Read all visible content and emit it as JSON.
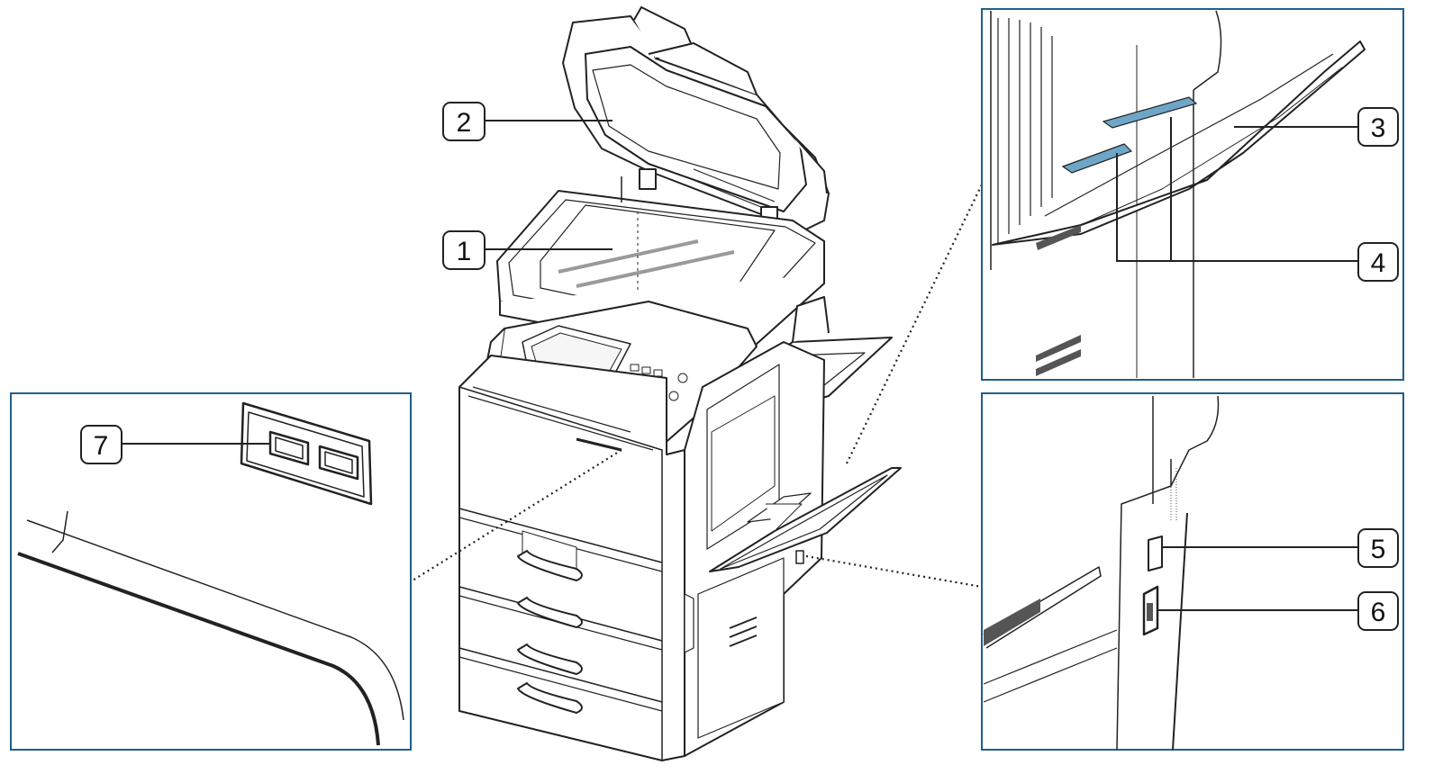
{
  "diagram": {
    "colors": {
      "line": "#222222",
      "panel_border": "#1f5f8b",
      "accent_blue": "#6fa6c8",
      "glass_stripe": "#9a9a9a",
      "dark_slot": "#555555"
    },
    "callouts": [
      {
        "id": "1",
        "label": "1"
      },
      {
        "id": "2",
        "label": "2"
      },
      {
        "id": "3",
        "label": "3"
      },
      {
        "id": "4",
        "label": "4"
      },
      {
        "id": "5",
        "label": "5"
      },
      {
        "id": "6",
        "label": "6"
      },
      {
        "id": "7",
        "label": "7"
      }
    ]
  }
}
